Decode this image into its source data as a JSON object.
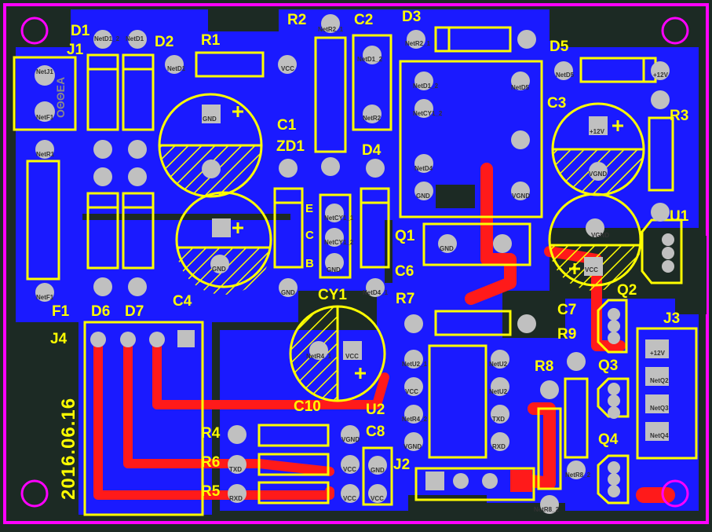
{
  "date_text": "2016.06.16",
  "designators": [
    {
      "id": "J1",
      "text": "J1"
    },
    {
      "id": "D1",
      "text": "D1"
    },
    {
      "id": "D2",
      "text": "D2"
    },
    {
      "id": "R1",
      "text": "R1"
    },
    {
      "id": "R2",
      "text": "R2"
    },
    {
      "id": "C2",
      "text": "C2"
    },
    {
      "id": "D3",
      "text": "D3"
    },
    {
      "id": "D5",
      "text": "D5"
    },
    {
      "id": "C3",
      "text": "C3"
    },
    {
      "id": "R3",
      "text": "R3"
    },
    {
      "id": "C1",
      "text": "C1"
    },
    {
      "id": "ZD1",
      "text": "ZD1"
    },
    {
      "id": "D4",
      "text": "D4"
    },
    {
      "id": "U1",
      "text": "U1"
    },
    {
      "id": "Q1",
      "text": "Q1"
    },
    {
      "id": "C6",
      "text": "C6"
    },
    {
      "id": "CY1",
      "text": "CY1"
    },
    {
      "id": "R7",
      "text": "R7"
    },
    {
      "id": "Q2",
      "text": "Q2"
    },
    {
      "id": "C7",
      "text": "C7"
    },
    {
      "id": "R9",
      "text": "R9"
    },
    {
      "id": "J3",
      "text": "J3"
    },
    {
      "id": "F1",
      "text": "F1"
    },
    {
      "id": "D6",
      "text": "D6"
    },
    {
      "id": "D7",
      "text": "D7"
    },
    {
      "id": "C4",
      "text": "C4"
    },
    {
      "id": "J4",
      "text": "J4"
    },
    {
      "id": "R8",
      "text": "R8"
    },
    {
      "id": "Q3",
      "text": "Q3"
    },
    {
      "id": "C10",
      "text": "C10"
    },
    {
      "id": "U2",
      "text": "U2"
    },
    {
      "id": "R4",
      "text": "R4"
    },
    {
      "id": "C8",
      "text": "C8"
    },
    {
      "id": "R6",
      "text": "R6"
    },
    {
      "id": "J2",
      "text": "J2"
    },
    {
      "id": "Q4",
      "text": "Q4"
    },
    {
      "id": "R5",
      "text": "R5"
    },
    {
      "id": "E",
      "text": "E"
    },
    {
      "id": "C",
      "text": "C"
    },
    {
      "id": "B",
      "text": "B"
    }
  ],
  "pads": [
    {
      "n": "2",
      "net": "NetJ1"
    },
    {
      "n": "1",
      "net": "NetF1"
    },
    {
      "n": "2",
      "net": "NetD1_2"
    },
    {
      "n": "2",
      "net": "NetD1"
    },
    {
      "n": "1",
      "net": "NetD1"
    },
    {
      "n": "1",
      "net": "VCC"
    },
    {
      "n": "2",
      "net": "NetR2_1"
    },
    {
      "n": "1",
      "net": "NetD1_2"
    },
    {
      "n": "2",
      "net": "NetR2"
    },
    {
      "n": "2",
      "net": "NetR2_1"
    },
    {
      "n": "1",
      "net": "NetD5"
    },
    {
      "n": "1",
      "net": "+12V"
    },
    {
      "n": "10",
      "net": "NetD5"
    },
    {
      "n": "8",
      "net": ""
    },
    {
      "n": "6",
      "net": "VGND"
    },
    {
      "n": "5",
      "net": "GND"
    },
    {
      "n": "4",
      "net": "NetD4"
    },
    {
      "n": "2",
      "net": "NetCY1_2"
    },
    {
      "n": "1",
      "net": "NetD1_2"
    },
    {
      "n": "1",
      "net": "GND"
    },
    {
      "n": "2",
      "net": "VGND"
    },
    {
      "n": "1",
      "net": "VCC"
    },
    {
      "n": "1",
      "net": "+12V"
    },
    {
      "n": "2",
      "net": "VGND"
    },
    {
      "n": "2",
      "net": "NetR4_1"
    },
    {
      "n": "1",
      "net": "VCC"
    },
    {
      "n": "1",
      "net": "NetU2_1"
    },
    {
      "n": "2",
      "net": "VCC"
    },
    {
      "n": "3",
      "net": "NetR4_2"
    },
    {
      "n": "4",
      "net": "VGND"
    },
    {
      "n": "8",
      "net": "NetU2"
    },
    {
      "n": "7",
      "net": "NetU2"
    },
    {
      "n": "6",
      "net": "TXD"
    },
    {
      "n": "5",
      "net": "RXD"
    },
    {
      "n": "1",
      "net": "+12V"
    },
    {
      "n": "2",
      "net": "NetQ2"
    },
    {
      "n": "3",
      "net": "NetQ3"
    },
    {
      "n": "4",
      "net": "NetQ4"
    },
    {
      "n": "1",
      "net": "VCC"
    },
    {
      "n": "1",
      "net": "VCC"
    },
    {
      "n": "2",
      "net": "TXD"
    },
    {
      "n": "2",
      "net": "RXD"
    },
    {
      "n": "2",
      "net": "VGND"
    },
    {
      "n": "1",
      "net": "VCC"
    },
    {
      "n": "1",
      "net": "GND"
    },
    {
      "n": "1",
      "net": "NetR8_2"
    },
    {
      "n": "2",
      "net": "NetR8_2"
    },
    {
      "n": "1",
      "net": "NetCY1_1"
    },
    {
      "n": "2",
      "net": "NetCY1_2"
    },
    {
      "n": "3",
      "net": "GND"
    },
    {
      "n": "2",
      "net": "GND"
    },
    {
      "n": "1",
      "net": "NetD4_1"
    },
    {
      "n": "1",
      "net": "GND"
    },
    {
      "n": "2",
      "net": "GND"
    },
    {
      "n": "1",
      "net": "NetR1"
    },
    {
      "n": "1",
      "net": "NetF1"
    }
  ],
  "board_mark": "ΟΘΘΕΑ",
  "colors": {
    "board": "#1c2a24",
    "copper_bottom": "#1a1aff",
    "copper_top": "#ff1a1a",
    "silk": "#ffff00",
    "outline": "#ff00ff",
    "pad": "#c0c0c0"
  }
}
